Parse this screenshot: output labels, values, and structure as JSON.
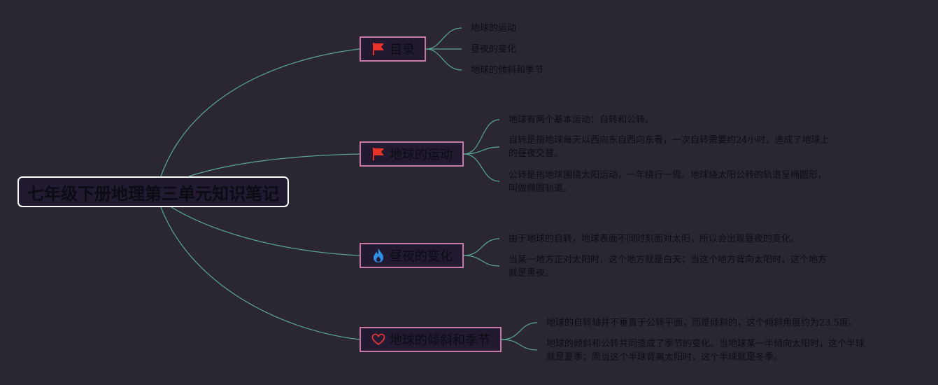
{
  "root": {
    "title": "七年级下册地理第三单元知识笔记"
  },
  "branches": [
    {
      "title": "目录",
      "icon": "red-flag-icon",
      "items": [
        [
          "地球的运动"
        ],
        [
          "昼夜的变化"
        ],
        [
          "地球的倾斜和季节"
        ]
      ]
    },
    {
      "title": "地球的运动",
      "icon": "red-flag-icon",
      "items": [
        [
          "地球有两个基本运动：自转和公转。"
        ],
        [
          "自转是指地球每天以西向东自西向东看，一次自转需要约24小时，造成了地球上",
          "的昼夜交替。"
        ],
        [
          "公转是指地球围绕太阳运动，一年绕行一周。地球绕太阳公转的轨道呈椭圆形，",
          "叫做椭圆轨道。"
        ]
      ]
    },
    {
      "title": "昼夜的变化",
      "icon": "fire-icon",
      "items": [
        [
          "由于地球的自转，地球表面不同时刻面对太阳，所以会出现昼夜的变化。"
        ],
        [
          "当某一地方正对太阳时，这个地方就是白天；当这个地方背向太阳时，这个地方",
          "就是黑夜。"
        ]
      ]
    },
    {
      "title": "地球的倾斜和季节",
      "icon": "heart-icon",
      "items": [
        [
          "地球的自转轴并不垂直于公转平面，而是倾斜的，这个倾斜角度约为23.5度。"
        ],
        [
          "地球的倾斜和公转共同造成了季节的变化。当地球某一半倾向太阳时，这个半球",
          "就是夏季；而当这个半球背离太阳时，这个半球就是冬季。"
        ]
      ]
    }
  ],
  "colors": {
    "background": "#2b2730",
    "connector": "#5aa59a",
    "topic_border": "#c77aa7",
    "root_border": "#ffffff",
    "flag": "#e8322a",
    "fire": "#2f8de4",
    "heart": "#e0353d"
  }
}
